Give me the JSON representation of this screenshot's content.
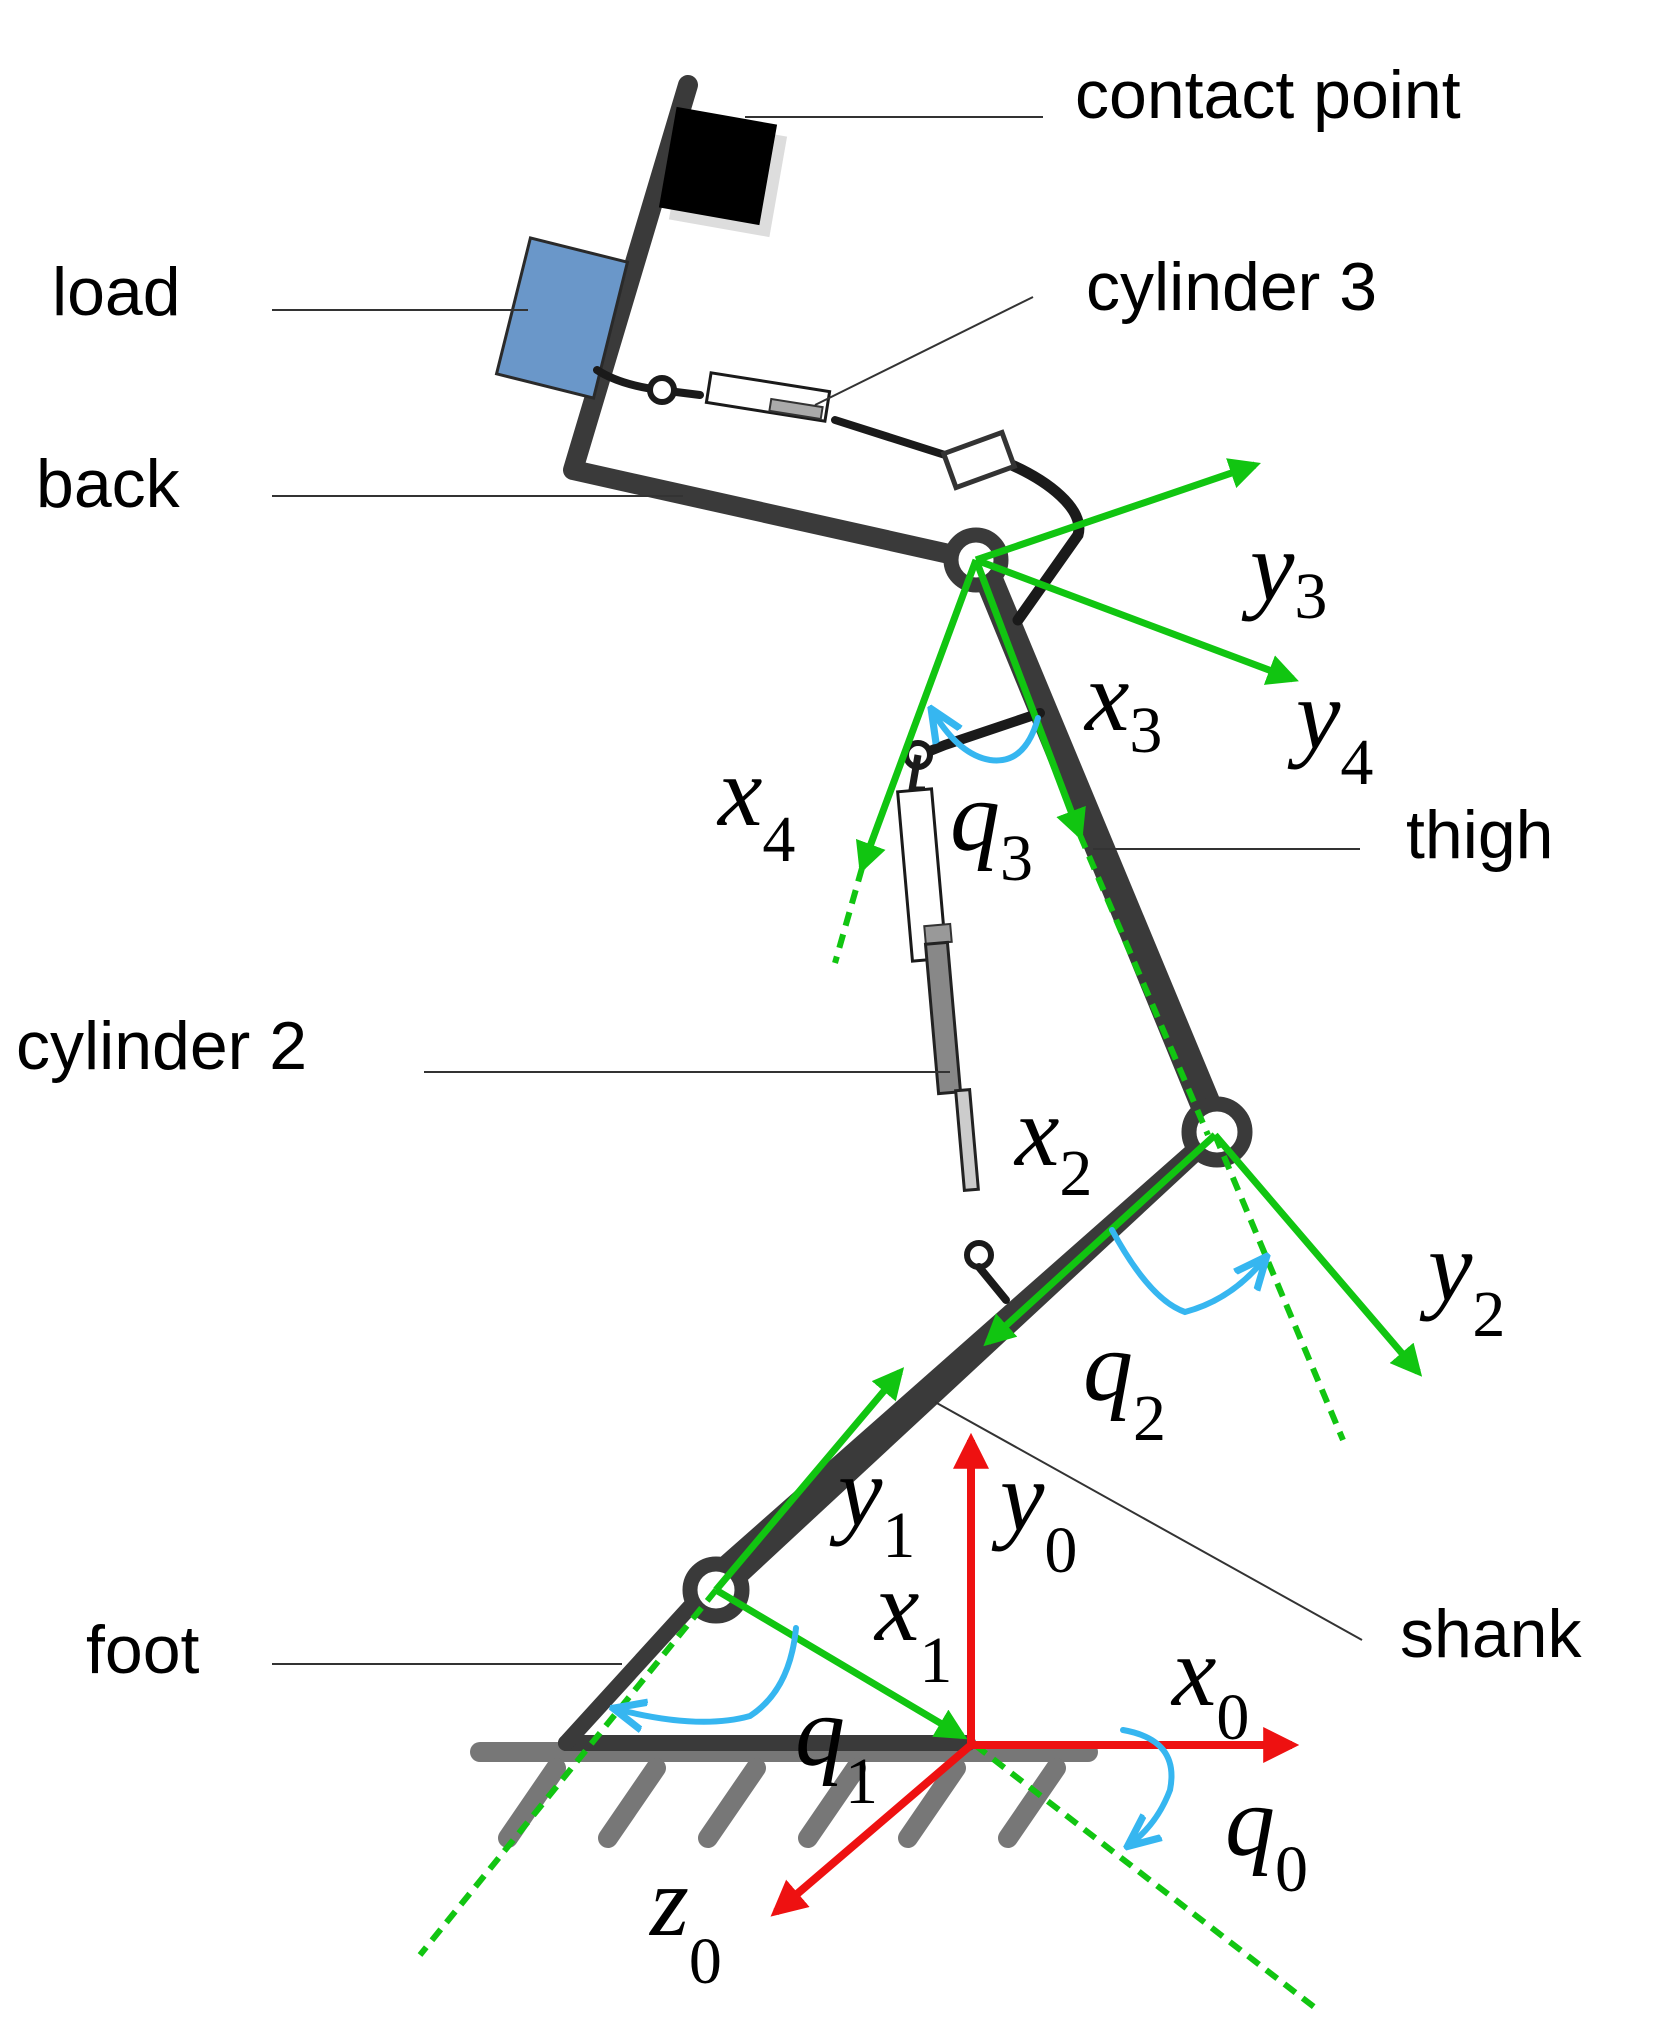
{
  "labels": {
    "contact_point": "contact point",
    "load": "load",
    "cylinder3": "cylinder 3",
    "back": "back",
    "thigh": "thigh",
    "cylinder2": "cylinder 2",
    "shank": "shank",
    "foot": "foot"
  },
  "symbols": {
    "y3": {
      "v": "y",
      "s": "3"
    },
    "x3": {
      "v": "x",
      "s": "3"
    },
    "y4": {
      "v": "y",
      "s": "4"
    },
    "x4": {
      "v": "x",
      "s": "4"
    },
    "q3": {
      "v": "q",
      "s": "3"
    },
    "x2": {
      "v": "x",
      "s": "2"
    },
    "y2": {
      "v": "y",
      "s": "2"
    },
    "q2": {
      "v": "q",
      "s": "2"
    },
    "y1": {
      "v": "y",
      "s": "1"
    },
    "y0": {
      "v": "y",
      "s": "0"
    },
    "x1": {
      "v": "x",
      "s": "1"
    },
    "x0": {
      "v": "x",
      "s": "0"
    },
    "q1": {
      "v": "q",
      "s": "1"
    },
    "q0": {
      "v": "q",
      "s": "0"
    },
    "z0": {
      "v": "z",
      "s": "0"
    }
  },
  "colors": {
    "link": "#3a3a3a",
    "ground": "#777777",
    "frame_green": "#11c511",
    "frame_red": "#ee1111",
    "angle_blue": "#36b6f0",
    "load_box": "#6a97c9",
    "leader": "#333333"
  }
}
